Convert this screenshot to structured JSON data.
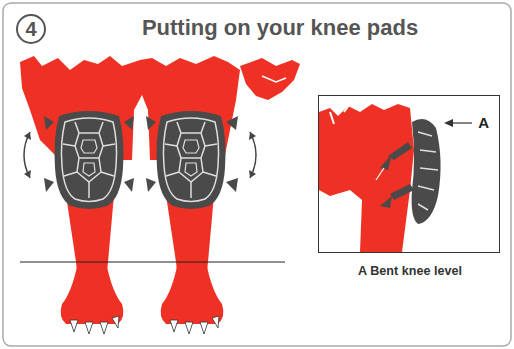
{
  "diagram": {
    "title": "Putting on your knee pads",
    "nodes": [
      {
        "text": [
          "4"
        ]
      },
      {
        "text": [
          "A",
          "A Bent knee level"
        ]
      }
    ],
    "labels": []
  }
}
